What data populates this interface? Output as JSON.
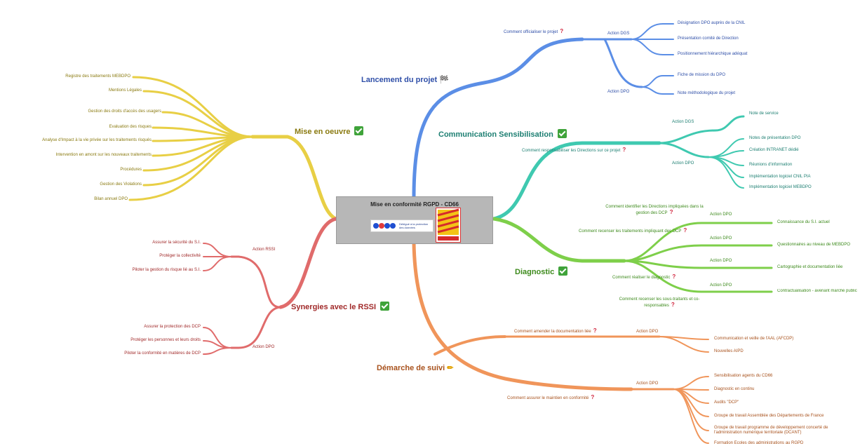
{
  "center": {
    "title": "Mise en conformité RGPD - CD66",
    "cnil_text": "Délégué à la protection des données"
  },
  "branches": {
    "lancement": {
      "label": "Lancement du projet",
      "color": "#5b8ee6",
      "question": "Comment officialiser le projet",
      "action_dgs": "Action DGS",
      "action_dpo": "Action DPO",
      "dgs_items": [
        "Désignation DPO auprès de la CNIL",
        "Présentation comité de Direction",
        "Positionnement hiérarchique adéquat"
      ],
      "dpo_items": [
        "Fiche de mission du DPO",
        "Note méthodologique du projet"
      ]
    },
    "communication": {
      "label": "Communication Sensibilisation",
      "color": "#3fc9b0",
      "question": "Comment responsabiliser les Directions sur ce projet",
      "action_dgs": "Action DGS",
      "action_dpo": "Action DPO",
      "dgs_items": [
        "Note de service"
      ],
      "dpo_items": [
        "Notes de présentation DPO",
        "Création INTRANET dédié",
        "Réunions d'information",
        "Implémentation logiciel CNIL PIA",
        "Implémentation logiciel MEBDPO"
      ]
    },
    "diagnostic": {
      "label": "Diagnostic",
      "color": "#7ecf4a",
      "questions": [
        "Comment identifier les Directions impliquées dans la gestion des DCP",
        "Comment recenser les traitements impliquant des DCP",
        "Comment réaliser le diagnostic",
        "Comment recenser les sous-traitants et co-responsables"
      ],
      "actions": [
        "Action DPO",
        "Action DPO",
        "Action DPO",
        "Action DPO"
      ],
      "items": [
        "Connaissance du S.I. actuel",
        "Questionnaires au niveau de MEBDPO",
        "Cartographie et documentation liée",
        "Contractualisation - avenant marché public"
      ]
    },
    "demarche": {
      "label": "Démarche de suivi",
      "color": "#f0955a",
      "questions": [
        "Comment amender la documentation liée",
        "Comment assurer le maintien en conformité"
      ],
      "actions": [
        "Action DPO",
        "Action DPO"
      ],
      "items1": [
        "Communication et veille de l'AAL (AFCDP)",
        "Nouvelles AIPD"
      ],
      "items2": [
        "Sensibilisation agents du CD66",
        "Diagnostic en continu",
        "Audits \"DCP\"",
        "Groupe de travail Assemblée des Départements de France",
        "Groupe de travail programme de développement concerté de l'administration numérique territoriale (DCANT)",
        "Formation Ecoles des administrations au RGPD"
      ]
    },
    "mise": {
      "label": "Mise en oeuvre",
      "color": "#e8cf45",
      "items": [
        "Registre des traitements MEBDPO",
        "Mentions Légales",
        "Gestion des droits d'accès des usagers",
        "Evaluation des risques",
        "Analyse d'Impact à la vie privée sur les traitements risqués",
        "Intervention en amont sur les nouveaux traitements",
        "Procédures",
        "Gestion des Violations",
        "Bilan annuel DPO"
      ]
    },
    "synergies": {
      "label": "Synergies avec le RSSI",
      "color": "#e06b6b",
      "action_rssi": "Action RSSI",
      "action_dpo": "Action DPO",
      "rssi_items": [
        "Assurer la sécurité du S.I.",
        "Protéger la collectivité",
        "Piloter la gestion du risque lié au S.I."
      ],
      "dpo_items": [
        "Assurer la protection des DCP",
        "Protéger les personnes et leurs droits",
        "Piloter la conformité en matières de DCP"
      ]
    }
  },
  "marks": {
    "question": "?",
    "check": "done",
    "flag": "🏁",
    "pencil": "✏"
  }
}
